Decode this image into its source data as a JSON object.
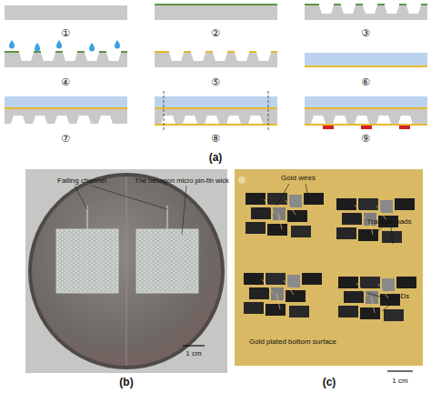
{
  "diagram": {
    "labels": [
      "①",
      "②",
      "③",
      "④",
      "⑤",
      "⑥",
      "⑦",
      "⑧",
      "⑨",
      "(a)",
      "Falling channel",
      "The hexagon micro pin-fin wick",
      "1 cm",
      "(b)",
      "Gold wires",
      "Transfer pads",
      "SBDs",
      "Gold plated bottom surface",
      "1 cm",
      "(c)"
    ]
  }
}
